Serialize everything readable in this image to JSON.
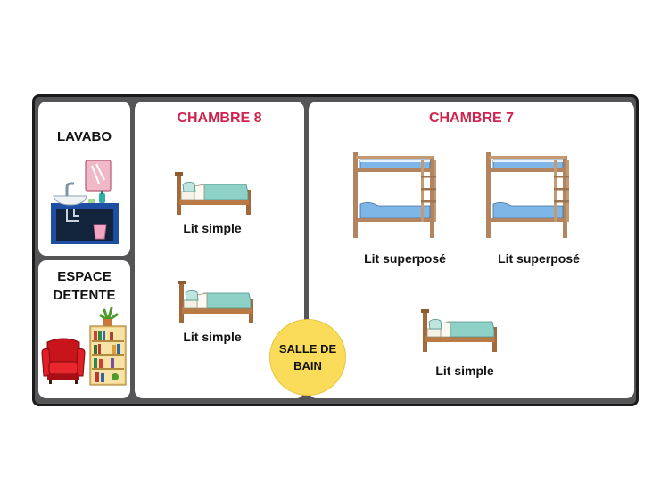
{
  "rooms": {
    "lavabo": {
      "label": "LAVABO"
    },
    "detente": {
      "label": "ESPACE\nDETENTE"
    },
    "chambre8": {
      "title": "CHAMBRE 8",
      "beds": [
        "Lit simple",
        "Lit simple"
      ]
    },
    "chambre7": {
      "title": "CHAMBRE 7",
      "beds": [
        "Lit superposé",
        "Lit superposé",
        "Lit simple"
      ]
    },
    "bathroom": {
      "label": "SALLE DE BAIN"
    }
  },
  "colors": {
    "title_accent": "#d0244e",
    "bathroom_fill": "#fbdc5a",
    "wall": "#555557"
  },
  "icons": [
    "sink-icon",
    "armchair-icon",
    "bookshelf-icon",
    "single-bed-icon",
    "bunk-bed-icon"
  ]
}
